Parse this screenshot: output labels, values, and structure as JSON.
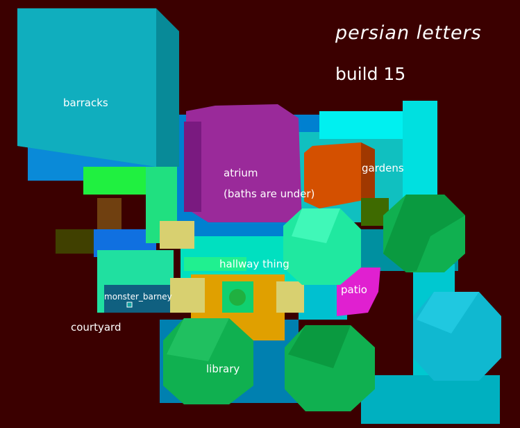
{
  "header": {
    "title": "persian letters",
    "build": "build 15"
  },
  "rooms": {
    "barracks": "barracks",
    "atrium": "atrium",
    "atrium_note": "(baths are under)",
    "gardens": "gardens",
    "hallway": "hallway thing",
    "patio": "patio",
    "courtyard": "courtyard",
    "library": "library"
  },
  "entities": {
    "monster": "monster_barney"
  },
  "colors": {
    "background": "#3b0000",
    "barracks": "#0aa8b8",
    "atrium": "#9a2a9a",
    "gardens": "#d45000",
    "library": "#10b050",
    "patio": "#e020d0"
  }
}
